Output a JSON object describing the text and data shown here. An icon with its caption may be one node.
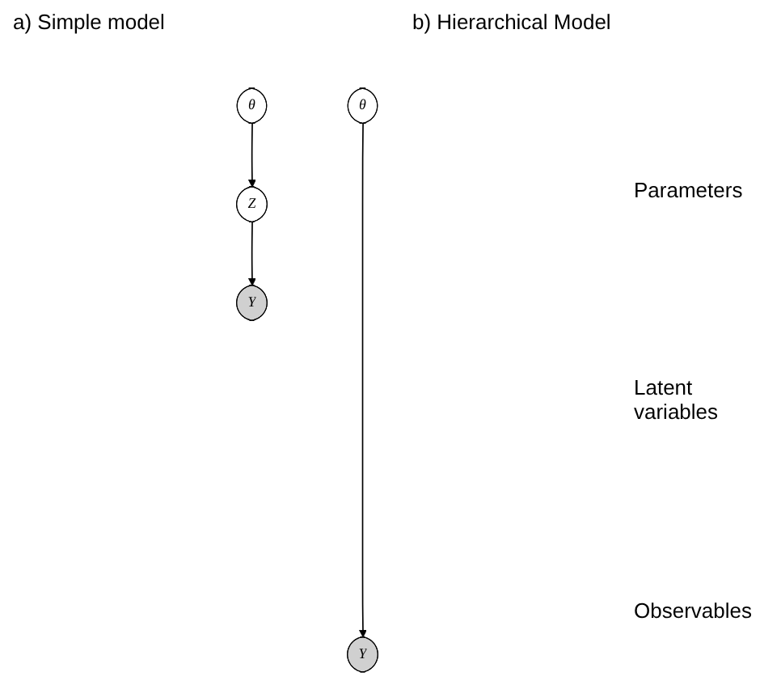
{
  "diagram": {
    "nodes": [
      {
        "text": [
          "θ"
        ]
      },
      {
        "text": [
          "Y"
        ]
      },
      {
        "text": [
          "θ"
        ]
      },
      {
        "text": [
          "Z"
        ]
      },
      {
        "text": [
          "Y"
        ]
      }
    ],
    "edges": [
      {
        "from": 0,
        "to": 1,
        "arrow": "to"
      },
      {
        "from": 2,
        "to": 3,
        "arrow": "to"
      },
      {
        "from": 3,
        "to": 4,
        "arrow": "to"
      }
    ],
    "labels": [
      "a) Simple model",
      "b) Hierarchical Model",
      "Parameters",
      "Latent variables",
      "Observables"
    ]
  }
}
